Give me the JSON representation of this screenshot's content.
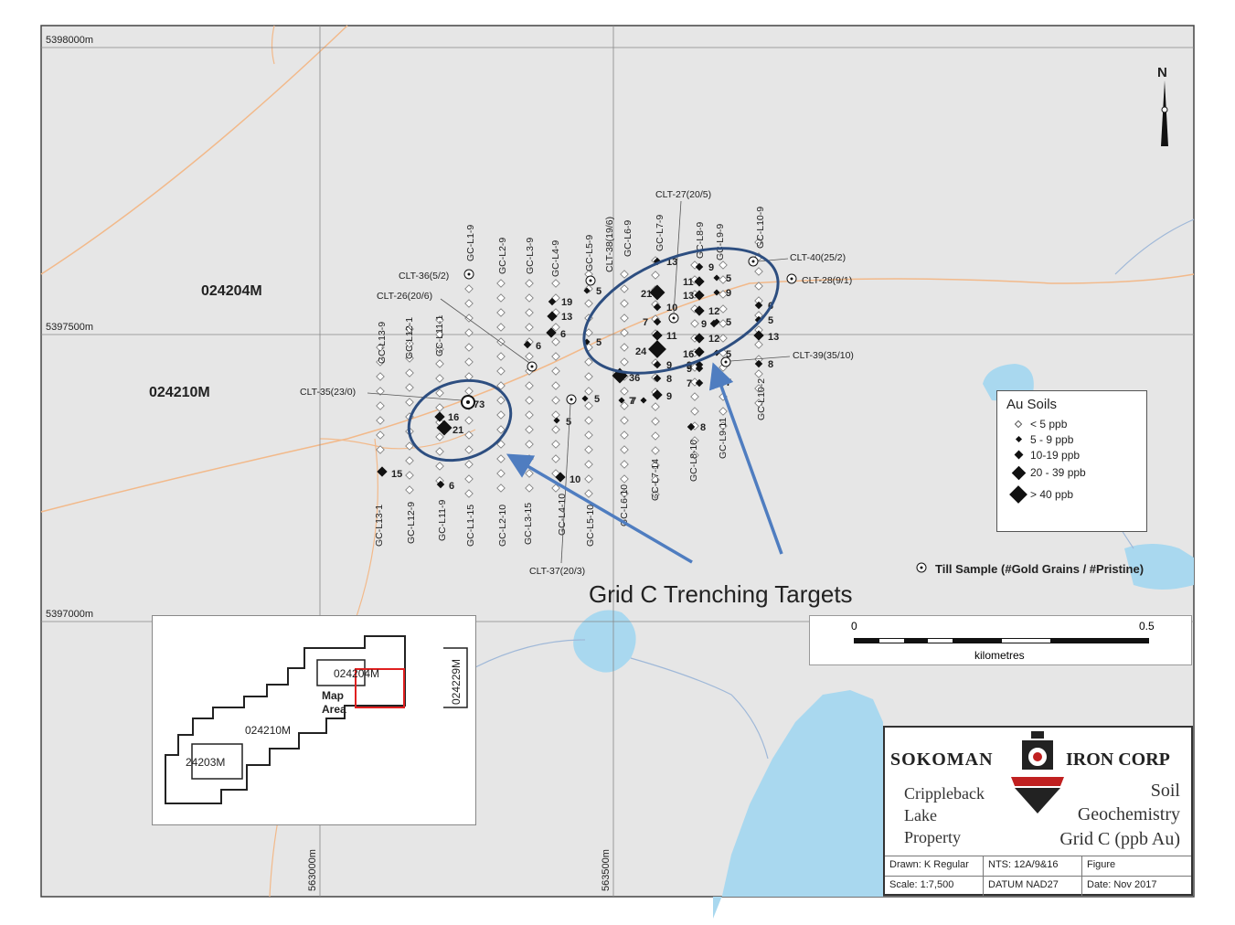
{
  "coords": {
    "n_top": "5398000m",
    "n_mid": "5397500m",
    "n_bottom": "5397000m",
    "e_left": "563000m",
    "e_mid": "563500m"
  },
  "claims": {
    "north": "024204M",
    "south": "024210M"
  },
  "lines": [
    {
      "id": "GC-L13-9"
    },
    {
      "id": "GC-L12-1"
    },
    {
      "id": "GC-L11-1"
    },
    {
      "id": "GC-L1-9"
    },
    {
      "id": "GC-L2-9"
    },
    {
      "id": "GC-L3-9"
    },
    {
      "id": "GC-L4-9"
    },
    {
      "id": "GC-L5-9"
    },
    {
      "id": "GC-L6-9"
    },
    {
      "id": "GC-L7-9"
    },
    {
      "id": "GC-L8-9"
    },
    {
      "id": "GC-L9-9"
    },
    {
      "id": "GC-L10-9"
    },
    {
      "id": "GC-L13-1"
    },
    {
      "id": "GC-L12-9"
    },
    {
      "id": "GC-L11-9"
    },
    {
      "id": "GC-L1-15"
    },
    {
      "id": "GC-L2-10"
    },
    {
      "id": "GC-L3-15"
    },
    {
      "id": "GC-L4-10"
    },
    {
      "id": "GC-L5-10"
    },
    {
      "id": "GC-L6-10"
    },
    {
      "id": "GC-L7-14"
    },
    {
      "id": "GC-L8-10"
    },
    {
      "id": "GC-L9-11"
    },
    {
      "id": "GC-L10-2"
    }
  ],
  "till_samples": [
    {
      "label": "CLT-27(20/5)"
    },
    {
      "label": "CLT-40(25/2)"
    },
    {
      "label": "CLT-28(9/1)"
    },
    {
      "label": "CLT-36(5/2)"
    },
    {
      "label": "CLT-26(20/6)"
    },
    {
      "label": "CLT-38(19/6)"
    },
    {
      "label": "CLT-39(35/10)"
    },
    {
      "label": "CLT-35(23/0)"
    },
    {
      "label": "CLT-37(20/3)"
    }
  ],
  "au_values": [
    "73",
    "16",
    "21",
    "15",
    "6",
    "6",
    "19",
    "13",
    "6",
    "5",
    "5",
    "10",
    "5",
    "5",
    "36",
    "7",
    "13",
    "21",
    "10",
    "7",
    "11",
    "24",
    "9",
    "16",
    "8",
    "9",
    "12",
    "9",
    "11",
    "13",
    "9",
    "12",
    "9",
    "5",
    "9",
    "5",
    "5",
    "6",
    "7",
    "7",
    "7",
    "5",
    "13",
    "8",
    "9",
    "8"
  ],
  "annotation": "Grid C Trenching Targets",
  "north_arrow": "N",
  "legend": {
    "title": "Au Soils",
    "items": [
      {
        "label": "< 5 ppb"
      },
      {
        "label": "5 - 9 ppb"
      },
      {
        "label": "10-19 ppb"
      },
      {
        "label": "20 - 39 ppb"
      },
      {
        "label": "> 40 ppb"
      }
    ],
    "till": "Till Sample (#Gold Grains / #Pristine)"
  },
  "scale_bar": {
    "min": "0",
    "max": "0.5",
    "unit": "kilometres"
  },
  "inset": {
    "claims": [
      "024204M",
      "024229M",
      "024210M",
      "24203M"
    ],
    "map_area_line1": "Map",
    "map_area_line2": "Area"
  },
  "title_block": {
    "company_left": "SOKOMAN",
    "company_right": "IRON CORP",
    "property_l1": "Crippleback",
    "property_l2": "Lake",
    "property_l3": "Property",
    "title_l1": "Soil",
    "title_l2": "Geochemistry",
    "title_l3": "Grid C (ppb Au)",
    "drawn": "Drawn: K Regular",
    "nts": "NTS: 12A/9&16",
    "figure": "Figure",
    "scale": "Scale: 1:7,500",
    "datum": "DATUM NAD27",
    "date": "Date:  Nov 2017"
  },
  "colors": {
    "map_bg": "#e6e6e6",
    "water": "#a9d8ef",
    "road": "#f2b98a",
    "ellipse": "#2d4e80",
    "arrow": "#4f7dc0"
  }
}
